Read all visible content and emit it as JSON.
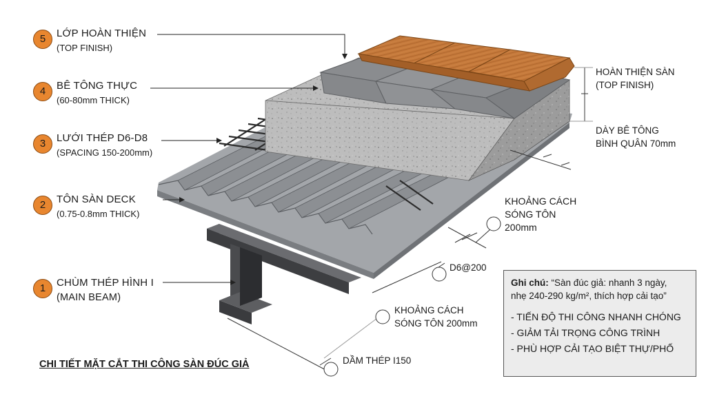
{
  "layers": [
    {
      "number": "5",
      "title": "LỚP HOÀN THIỆN",
      "subtitle": "(TOP FINISH)"
    },
    {
      "number": "4",
      "title": "BÊ TÔNG THỰC",
      "subtitle": "(60-80mm THICK)"
    },
    {
      "number": "3",
      "title": "LƯỚI THÉP D6-D8",
      "subtitle": "(SPACING 150-200mm)"
    },
    {
      "number": "2",
      "title": "TÔN SÀN DECK",
      "subtitle": "(0.75-0.8mm THICK)"
    },
    {
      "number": "1",
      "title": "CHÙM THÉP HÌNH I",
      "subtitle": "(MAIN BEAM)"
    }
  ],
  "dimensions": {
    "finish_line1": "HOÀN THIỆN SÀN",
    "finish_line2": "(TOP FINISH)",
    "concrete_line1": "DÀY BÊ TÔNG",
    "concrete_line2": "BÌNH QUÂN 70mm",
    "rib_line1": "KHOẢNG CÁCH",
    "rib_line2": "SÓNG TÔN",
    "rib_line3": "200mm",
    "rebar": "D6@200",
    "rib2_line1": "KHOẢNG CÁCH",
    "rib2_line2": "SÓNG TÔN 200mm",
    "beam": "DẦM THÉP I150"
  },
  "caption": "CHI TIẾT MẶT CẮT THI CÔNG SÀN ĐÚC GIẢ",
  "note": {
    "label": "Ghi chú:",
    "quote_line1": "“Sàn đúc giả: nhanh 3 ngày,",
    "quote_line2": "nhẹ 240-290 kg/m², thích hợp cải tạo”",
    "bullets": [
      "- TIẾN ĐỘ THI CÔNG NHANH CHÓNG",
      "- GIẢM TẢI TRỌNG CÔNG TRÌNH",
      "- PHÙ HỢP CẢI TẠO BIỆT THỰ/PHỐ"
    ]
  },
  "colors": {
    "badge": "#e8862f",
    "wood": "#c0763a",
    "concrete": "#b9b9b9",
    "steel": "#8e9196",
    "beam": "#3e3f42"
  }
}
